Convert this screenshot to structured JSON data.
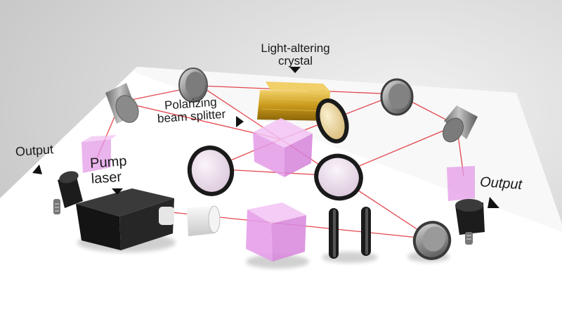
{
  "labels": {
    "crystal": [
      "Light-altering",
      "crystal"
    ],
    "splitter": [
      "Polarizing",
      "beam splitter"
    ],
    "output_left": "Output",
    "pump": [
      "Pump",
      "laser"
    ],
    "output_right": "Output"
  },
  "colors": {
    "background": "#d9d9d9",
    "table": "#ffffff",
    "beam": "#e0343c",
    "crystal": "#c99a1c",
    "cube": "#e49be8",
    "laser_body": "#1e1e1e",
    "mirror_housing": "#9a9a9a",
    "mount_ring": "#1a1a1a"
  },
  "icons": [
    "arrow-marker-icon",
    "laser-head-icon",
    "mirror-icon",
    "lens-icon",
    "polarizing-cube-icon",
    "crystal-icon"
  ]
}
